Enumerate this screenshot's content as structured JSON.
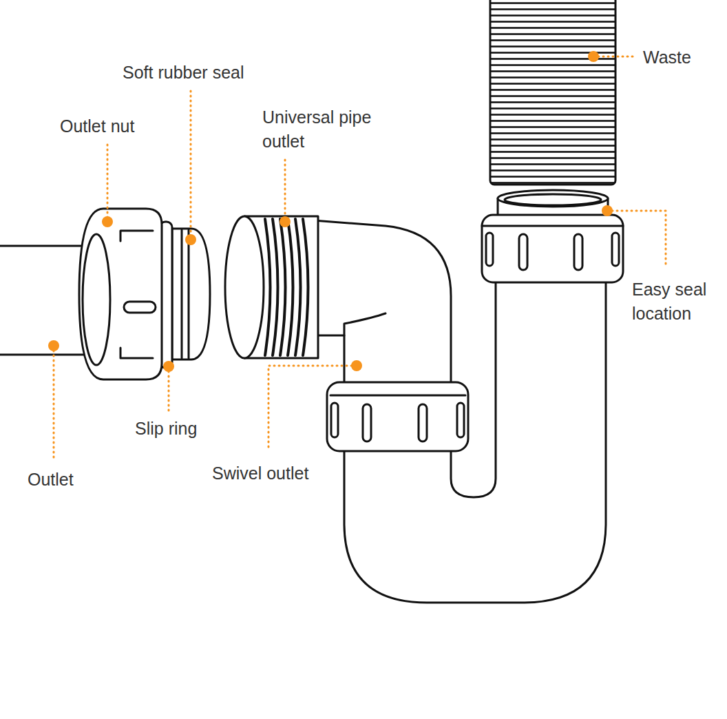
{
  "diagram": {
    "labels": [
      "Soft rubber seal",
      "Outlet nut",
      "Universal pipe outlet",
      "Waste",
      "Easy seal location",
      "Slip ring",
      "Outlet",
      "Swivel outlet"
    ]
  }
}
